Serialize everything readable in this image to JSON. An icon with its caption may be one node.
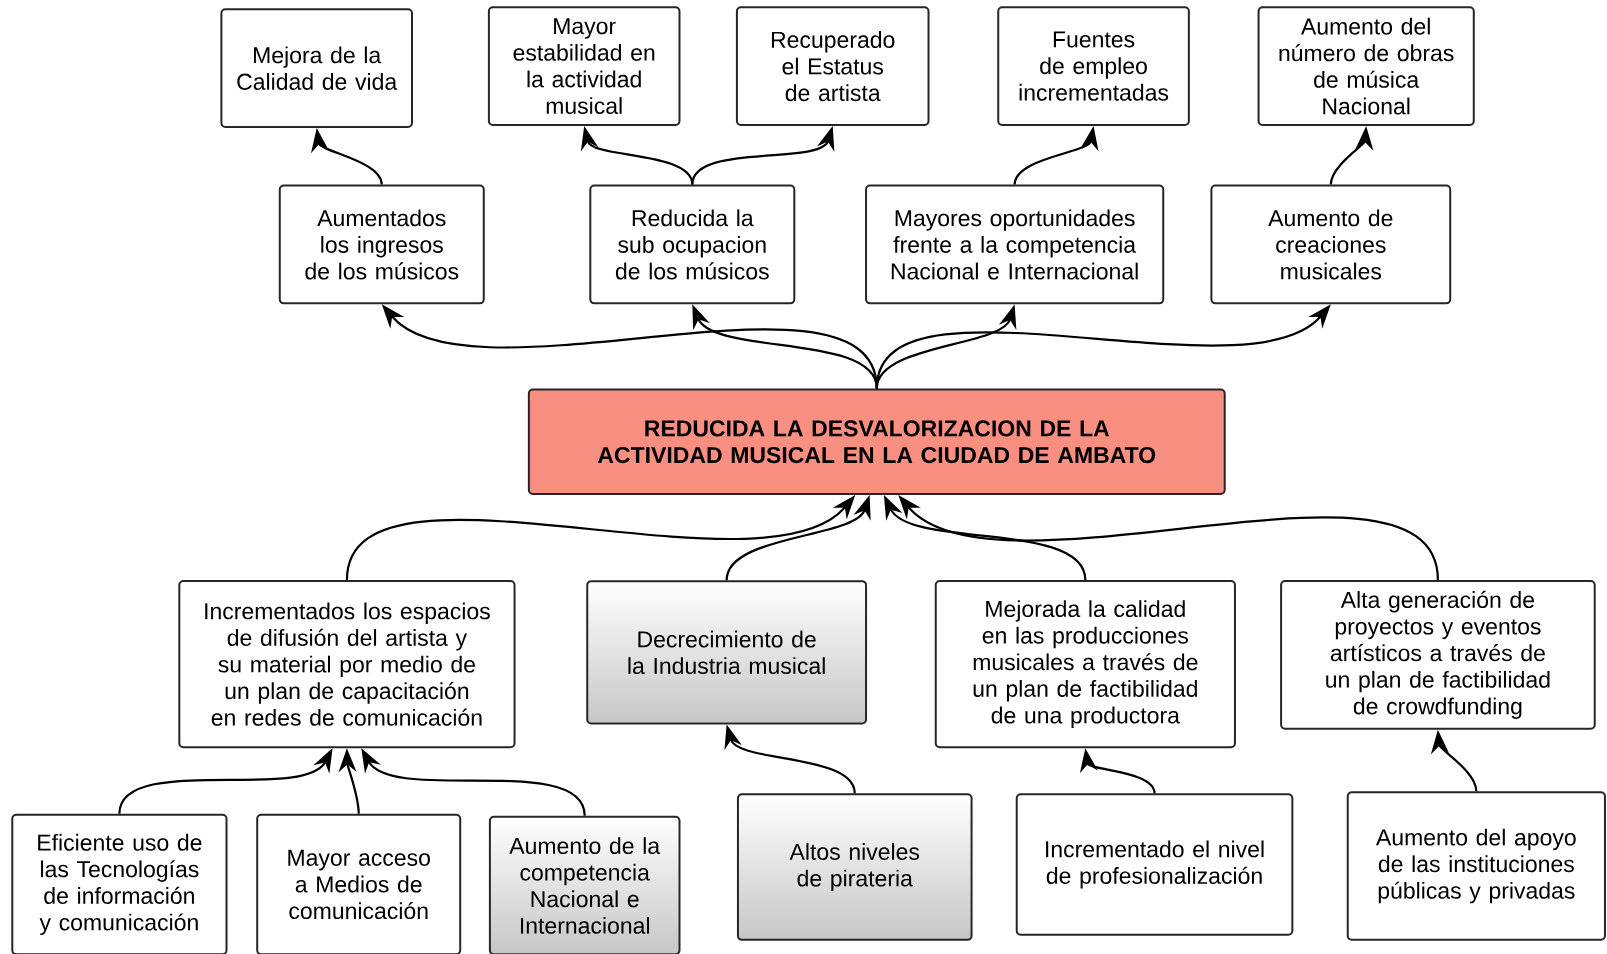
{
  "diagram": {
    "nodes": [
      {
        "text": [
          "Mejora  de la Calidad de vida"
        ]
      },
      {
        "text": [
          "Mayor estabilidad en la actividad musical"
        ]
      },
      {
        "text": [
          "Recuperado el Estatus de artista"
        ]
      },
      {
        "text": [
          "Fuentes de empleo incrementadas"
        ]
      },
      {
        "text": [
          "Aumento del número de obras de  música Nacional"
        ]
      },
      {
        "text": [
          "Aumentados los ingresos de los músicos"
        ]
      },
      {
        "text": [
          "Reducida la sub ocupacion de los músicos"
        ]
      },
      {
        "text": [
          "Mayores oportunidades frente a la competencia Nacional e Internacional"
        ]
      },
      {
        "text": [
          "Aumento de creaciones musicales"
        ]
      },
      {
        "text": [
          "REDUCIDA LA DESVALORIZACION DE LA ACTIVIDAD MUSICAL  EN LA CIUDAD DE AMBATO"
        ]
      },
      {
        "text": [
          "Incrementados los espacios de difusión del artista y su material  por medio de un plan de capacitación en redes de comunicación"
        ]
      },
      {
        "text": [
          "Decrecimiento de la Industria musical"
        ]
      },
      {
        "text": [
          "Mejorada la  calidad en las producciones musicales  a través de un plan de factibilidad de una  productora"
        ]
      },
      {
        "text": [
          "Alta generación de proyectos y eventos artísticos a través de un plan de factibilidad de crowdfunding"
        ]
      },
      {
        "text": [
          "Eficiente uso de las Tecnologías de información y comunicación"
        ]
      },
      {
        "text": [
          "Mayor acceso a Medios de comunicación"
        ]
      },
      {
        "text": [
          "Aumento de la competencia Nacional e Internacional"
        ]
      },
      {
        "text": [
          "Altos niveles de pirateria"
        ]
      },
      {
        "text": [
          "Incrementado el  nivel de profesionalización"
        ]
      },
      {
        "text": [
          "Aumento del  apoyo de las instituciones públicas y privadas"
        ]
      }
    ],
    "edges": [
      {
        "from": 5,
        "to": 0,
        "arrow": "to"
      },
      {
        "from": 6,
        "to": 1,
        "arrow": "to"
      },
      {
        "from": 6,
        "to": 2,
        "arrow": "to"
      },
      {
        "from": 7,
        "to": 3,
        "arrow": "to"
      },
      {
        "from": 8,
        "to": 4,
        "arrow": "to"
      },
      {
        "from": 9,
        "to": 5,
        "arrow": "to"
      },
      {
        "from": 9,
        "to": 6,
        "arrow": "to"
      },
      {
        "from": 9,
        "to": 7,
        "arrow": "to"
      },
      {
        "from": 9,
        "to": 8,
        "arrow": "to"
      },
      {
        "from": 10,
        "to": 9,
        "arrow": "to"
      },
      {
        "from": 11,
        "to": 9,
        "arrow": "to"
      },
      {
        "from": 12,
        "to": 9,
        "arrow": "to"
      },
      {
        "from": 13,
        "to": 9,
        "arrow": "to"
      },
      {
        "from": 14,
        "to": 10,
        "arrow": "to"
      },
      {
        "from": 15,
        "to": 10,
        "arrow": "to"
      },
      {
        "from": 16,
        "to": 10,
        "arrow": "to"
      },
      {
        "from": 17,
        "to": 11,
        "arrow": "to"
      },
      {
        "from": 18,
        "to": 12,
        "arrow": "to"
      },
      {
        "from": 19,
        "to": 13,
        "arrow": "to"
      }
    ]
  }
}
